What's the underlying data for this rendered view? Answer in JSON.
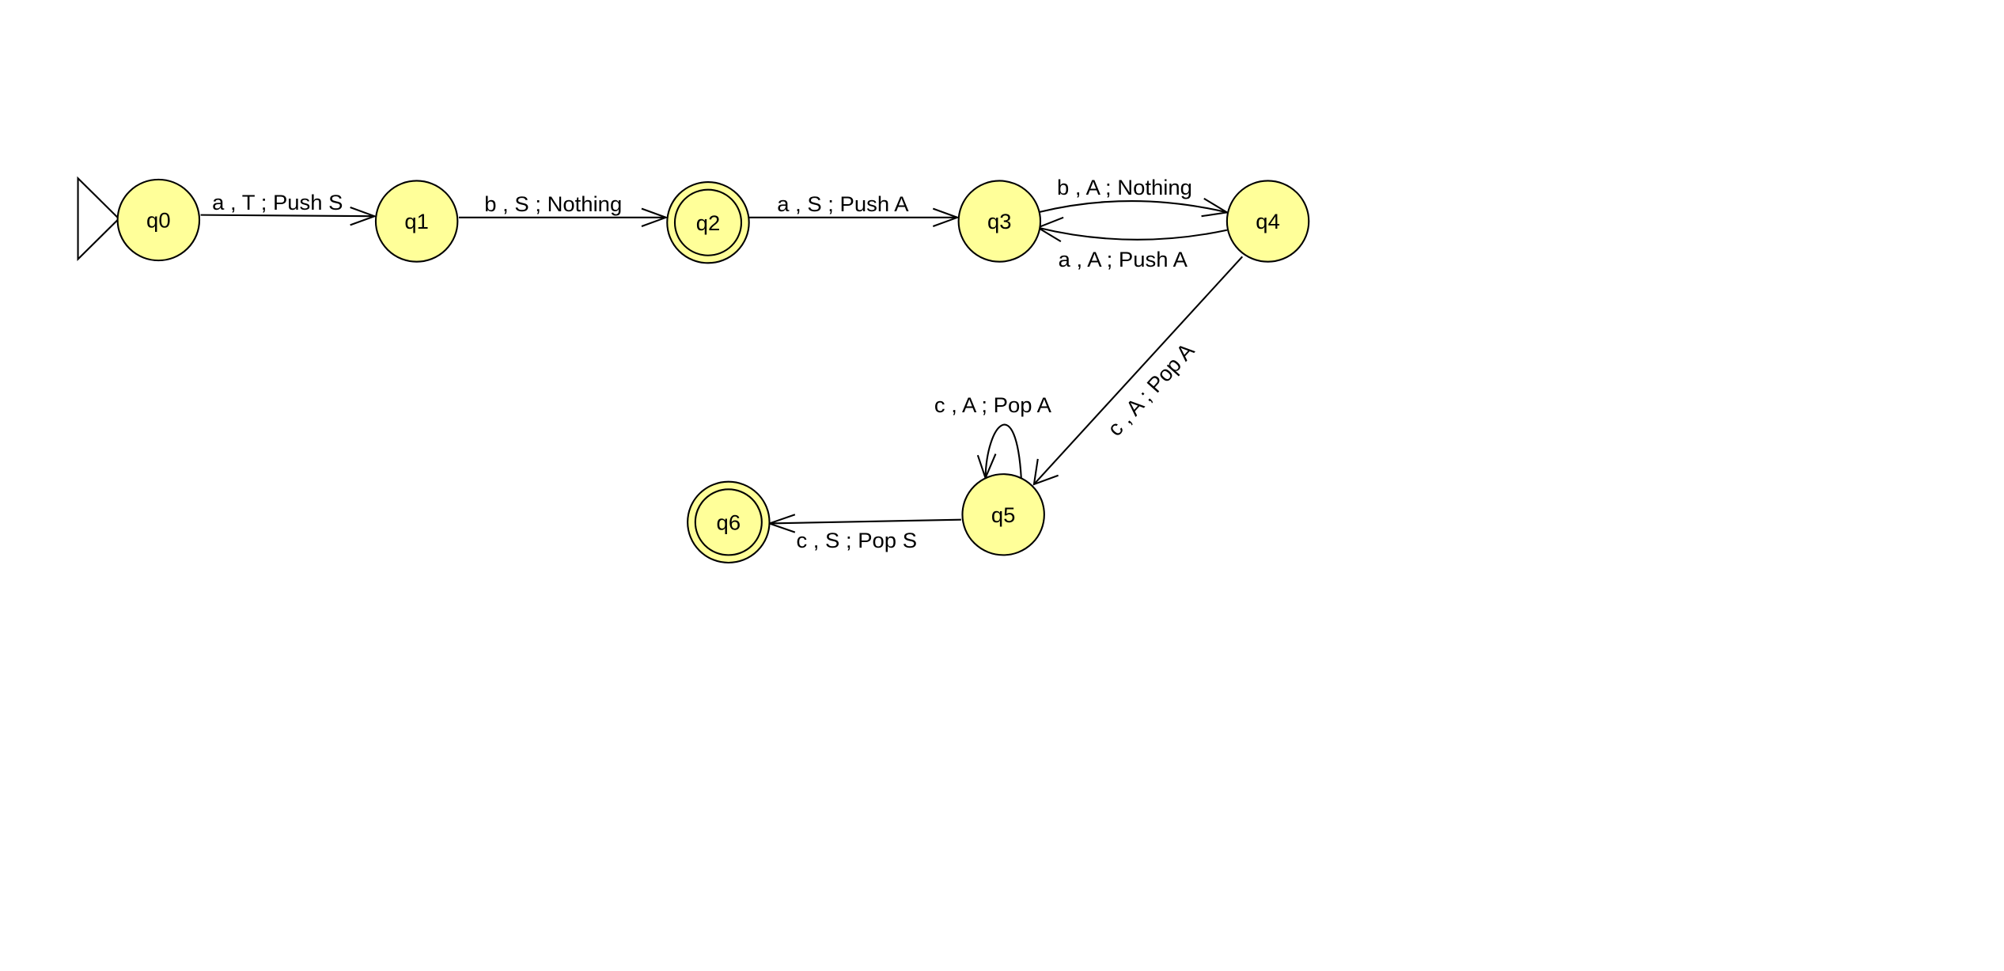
{
  "diagram": {
    "states": [
      {
        "id": "q0",
        "label": "q0",
        "initial": true,
        "final": false
      },
      {
        "id": "q1",
        "label": "q1",
        "initial": false,
        "final": false
      },
      {
        "id": "q2",
        "label": "q2",
        "initial": false,
        "final": true
      },
      {
        "id": "q3",
        "label": "q3",
        "initial": false,
        "final": false
      },
      {
        "id": "q4",
        "label": "q4",
        "initial": false,
        "final": false
      },
      {
        "id": "q5",
        "label": "q5",
        "initial": false,
        "final": false
      },
      {
        "id": "q6",
        "label": "q6",
        "initial": false,
        "final": true
      }
    ],
    "transitions": [
      {
        "from": "q0",
        "to": "q1",
        "label": "a , T ; Push S"
      },
      {
        "from": "q1",
        "to": "q2",
        "label": "b , S ; Nothing"
      },
      {
        "from": "q2",
        "to": "q3",
        "label": "a , S ; Push A"
      },
      {
        "from": "q3",
        "to": "q4",
        "label": "b , A ; Nothing"
      },
      {
        "from": "q4",
        "to": "q3",
        "label": "a , A ; Push A"
      },
      {
        "from": "q4",
        "to": "q5",
        "label": "c , A ; Pop A"
      },
      {
        "from": "q5",
        "to": "q5",
        "label": "c , A ; Pop A"
      },
      {
        "from": "q5",
        "to": "q6",
        "label": "c , S ; Pop S"
      }
    ],
    "colors": {
      "state_fill": "#ffff99",
      "stroke": "#000000",
      "background": "#ffffff"
    }
  }
}
